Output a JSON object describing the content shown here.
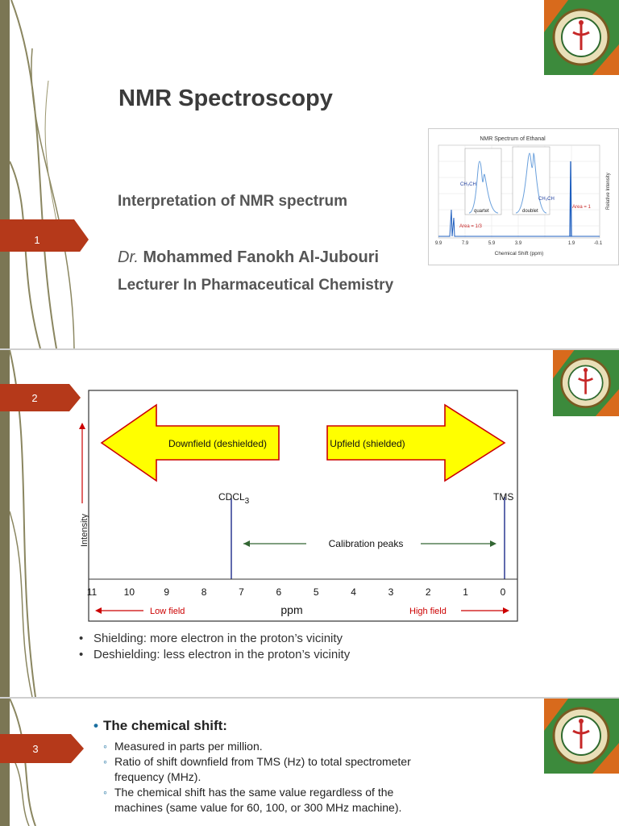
{
  "colors": {
    "tab": "#b5391a",
    "bar": "#7b7654",
    "arrow_fill": "#ffff00",
    "arrow_stroke": "#cc0000",
    "blue_line": "#1c2a8a",
    "green_arrow": "#336633"
  },
  "slide1": {
    "number": "1",
    "title": "NMR Spectroscopy",
    "subtitle": "Interpretation of NMR spectrum",
    "author_prefix": "Dr.",
    "author_name": "Mohammed Fanokh Al-Jubouri",
    "author_role": "Lecturer In Pharmaceutical Chemistry",
    "thumbnail": {
      "title": "NMR Spectrum of Ethanal",
      "xlabel": "Chemical Shift (ppm)",
      "ylabel": "Relative Intensity",
      "ticks": [
        "9.9",
        "7.9",
        "5.9",
        "3.9",
        "1.9",
        "-0.1"
      ],
      "label_quartet": "quartet",
      "label_doublet": "doublet",
      "area_left": "Area = 1/3",
      "area_right": "Area = 1",
      "group_left": "CH₃CH",
      "group_right": "CH₃CH"
    }
  },
  "slide2": {
    "number": "2",
    "downfield_label": "Downfield (deshielded)",
    "upfield_label": "Upfield (shielded)",
    "peak1_label": "CDCL",
    "peak1_sub": "3",
    "peak2_label": "TMS",
    "calibration_label": "Calibration peaks",
    "ylabel": "Intensity",
    "xlabel": "ppm",
    "ticks": [
      "11",
      "10",
      "9",
      "8",
      "7",
      "6",
      "5",
      "4",
      "3",
      "2",
      "1",
      "0"
    ],
    "low_field": "Low field",
    "high_field": "High field",
    "bullets": [
      "Shielding: more electron in the proton’s vicinity",
      "Deshielding: less electron in the proton’s vicinity"
    ]
  },
  "slide3": {
    "number": "3",
    "heading": "The chemical shift:",
    "items": [
      "Measured in parts per million.",
      "Ratio of shift downfield from TMS (Hz) to total spectrometer frequency (MHz).",
      "The chemical shift has the same value regardless of the machines (same value for 60, 100, or 300 MHz machine)."
    ]
  }
}
